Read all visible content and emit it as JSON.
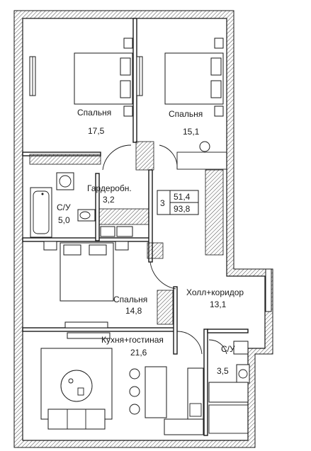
{
  "rooms": {
    "bedroom_1": {
      "name": "Спальня",
      "area": "17,5"
    },
    "bedroom_2": {
      "name": "Спальня",
      "area": "15,1"
    },
    "wardrobe": {
      "name": "Гардеробн.",
      "area": "3,2"
    },
    "bathroom_1": {
      "name": "С/У",
      "area": "5,0"
    },
    "bedroom_3": {
      "name": "Спальня",
      "area": "14,8"
    },
    "hall": {
      "name": "Холл+коридор",
      "area": "13,1"
    },
    "kitchen": {
      "name": "Кухня+гостиная",
      "area": "21,6"
    },
    "bathroom_2": {
      "name": "С/У",
      "area": "3,5"
    }
  },
  "summary": {
    "room_count": "3",
    "living_area": "51,4",
    "total_area": "93,8"
  },
  "colors": {
    "wall_fill": "#ffffff",
    "line": "#1a1a1a",
    "hatch": "#1a1a1a"
  }
}
